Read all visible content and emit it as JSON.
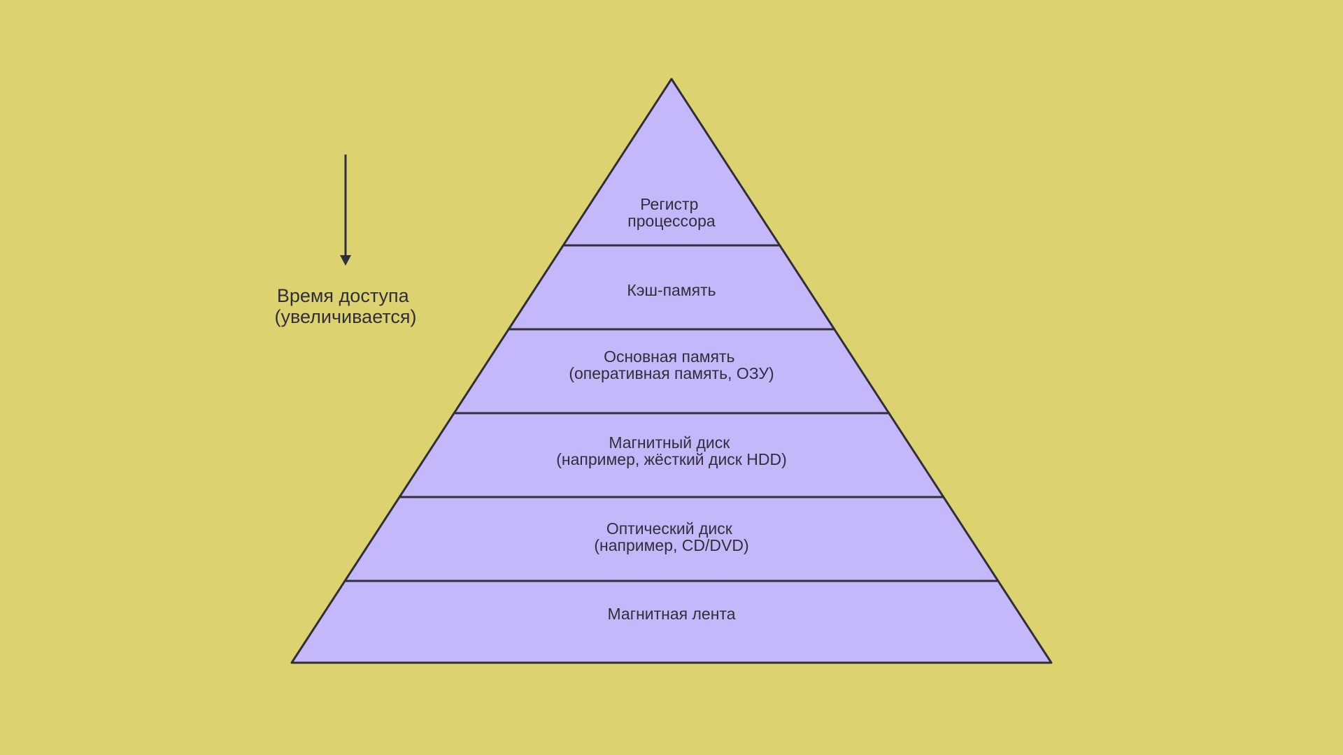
{
  "colors": {
    "background": "#dcd26f",
    "pyramid_fill": "#c4b8fa",
    "stroke": "#2f2f3a",
    "text": "#2f2f3a"
  },
  "axis": {
    "label_lines": [
      "Время доступа",
      "(увеличивается)"
    ],
    "arrow_icon": "arrow-down-icon"
  },
  "levels": [
    {
      "lines": [
        "Регистр",
        "процессора"
      ]
    },
    {
      "lines": [
        "Кэш-память"
      ]
    },
    {
      "lines": [
        "Основная память",
        "(оперативная память, ОЗУ)"
      ]
    },
    {
      "lines": [
        "Магнитный диск",
        "(например, жёсткий диск HDD)"
      ]
    },
    {
      "lines": [
        "Оптический диск",
        "(например, CD/DVD)"
      ]
    },
    {
      "lines": [
        "Магнитная лента"
      ]
    }
  ]
}
